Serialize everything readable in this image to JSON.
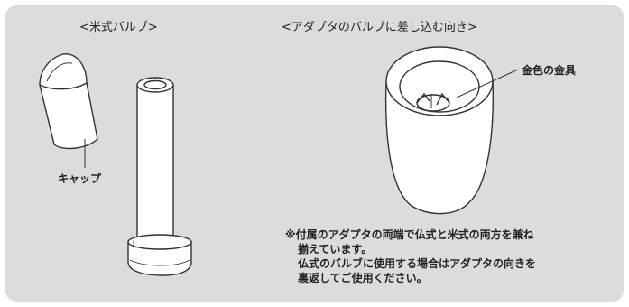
{
  "headings": {
    "us_valve": "<米式バルブ>",
    "adapter_direction": "<アダプタのバルブに差し込む向き>"
  },
  "labels": {
    "cap": "キャップ",
    "gold_fitting": "金色の金具"
  },
  "note": {
    "line1": "※付属のアダプタの両端で仏式と米式の両方を兼ね",
    "line2": "揃えています。",
    "line3": "仏式のバルブに使用する場合はアダプタの向きを",
    "line4": "裏返してご使用ください。"
  },
  "colors": {
    "panel": "#dcdcdc",
    "outline": "#333333",
    "fill": "#ffffff",
    "text": "#222222"
  }
}
